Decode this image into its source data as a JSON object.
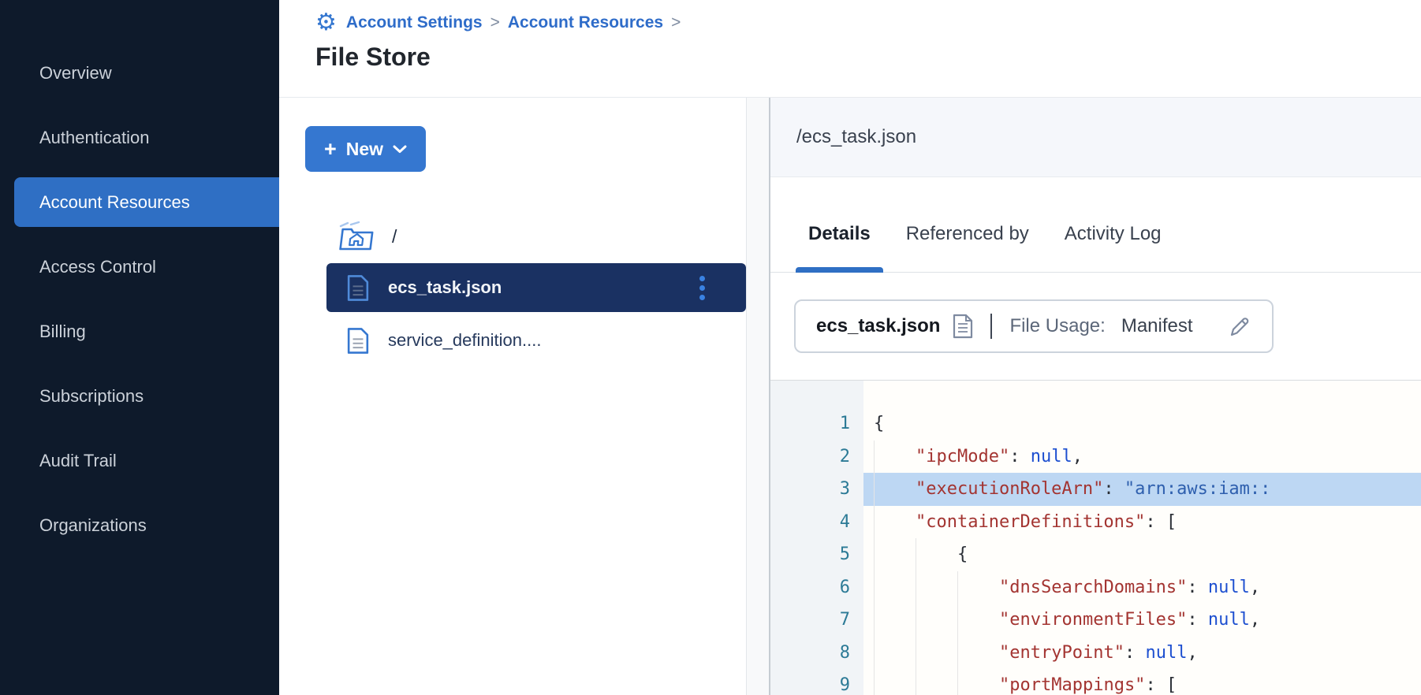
{
  "sidebar": {
    "items": [
      {
        "label": "Overview",
        "active": false
      },
      {
        "label": "Authentication",
        "active": false
      },
      {
        "label": "Account Resources",
        "active": true
      },
      {
        "label": "Access Control",
        "active": false
      },
      {
        "label": "Billing",
        "active": false
      },
      {
        "label": "Subscriptions",
        "active": false
      },
      {
        "label": "Audit Trail",
        "active": false
      },
      {
        "label": "Organizations",
        "active": false
      }
    ]
  },
  "breadcrumb": {
    "items": [
      "Account Settings",
      "Account Resources"
    ],
    "separator": ">"
  },
  "page": {
    "title": "File Store"
  },
  "explorer": {
    "new_button": {
      "plus": "+",
      "label": "New"
    },
    "root": {
      "label": "/"
    },
    "files": [
      {
        "name": "ecs_task.json",
        "selected": true
      },
      {
        "name": "service_definition....",
        "selected": false
      }
    ]
  },
  "details": {
    "path": "/ecs_task.json",
    "tabs": [
      {
        "label": "Details",
        "active": true
      },
      {
        "label": "Referenced by",
        "active": false
      },
      {
        "label": "Activity Log",
        "active": false
      }
    ],
    "card": {
      "name": "ecs_task.json",
      "usage_label": "File Usage:",
      "usage_value": "Manifest"
    },
    "editor": {
      "lines": [
        {
          "no": "1",
          "pre": "{"
        },
        {
          "no": "2",
          "key": "\"ipcMode\"",
          "colon": ": ",
          "kw": "null",
          "comma": ","
        },
        {
          "no": "3",
          "key": "\"executionRoleArn\"",
          "colon": ": ",
          "str": "\"arn:aws:iam::",
          "highlight": true
        },
        {
          "no": "4",
          "key": "\"containerDefinitions\"",
          "colon": ": ",
          "open": "["
        },
        {
          "no": "5",
          "pre": "{"
        },
        {
          "no": "6",
          "key": "\"dnsSearchDomains\"",
          "colon": ": ",
          "kw": "null",
          "comma": ","
        },
        {
          "no": "7",
          "key": "\"environmentFiles\"",
          "colon": ": ",
          "kw": "null",
          "comma": ","
        },
        {
          "no": "8",
          "key": "\"entryPoint\"",
          "colon": ": ",
          "kw": "null",
          "comma": ","
        },
        {
          "no": "9",
          "key": "\"portMappings\"",
          "colon": ": ",
          "open": "["
        }
      ]
    }
  },
  "colors": {
    "sidebar_bg": "#0e1a2b",
    "sidebar_selected": "#2f6fc4",
    "accent_blue": "#3577d0",
    "breadcrumb_link": "#2e6cc9",
    "selected_row_bg": "#1a3162",
    "tab_underline": "#2f6fc4",
    "line_highlight": "#bdd7f3",
    "json_key": "#a33431",
    "json_string": "#2e5fae",
    "json_null": "#1d4fd0",
    "line_number": "#2c7a96"
  }
}
